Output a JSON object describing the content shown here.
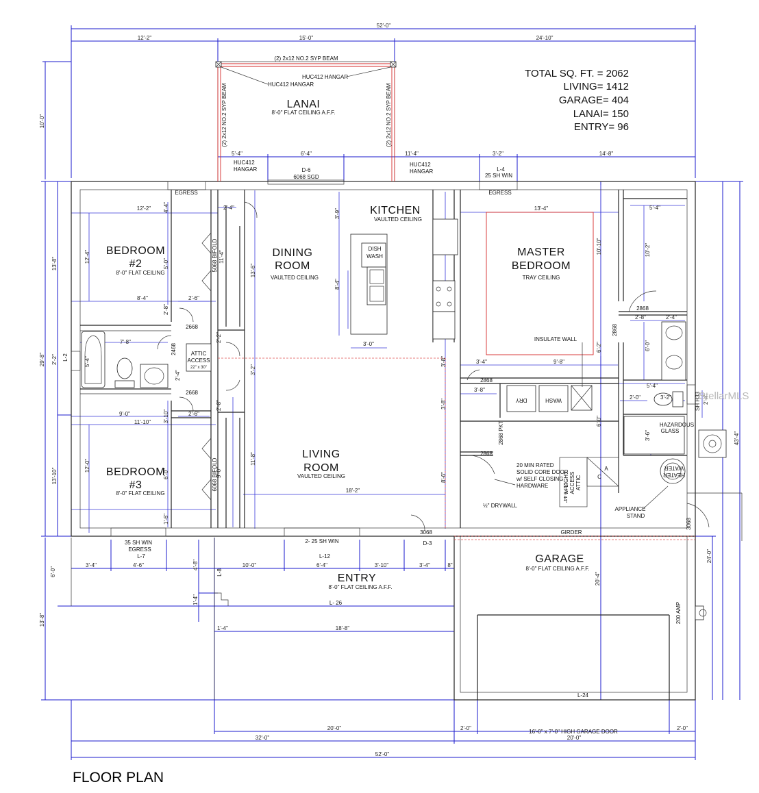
{
  "title": "FLOOR PLAN",
  "totals": {
    "total": "TOTAL SQ. FT. =  2062",
    "living": "LIVING= 1412",
    "garage": "GARAGE= 404",
    "lanai": "LANAI= 150",
    "entry": "ENTRY= 96"
  },
  "rooms": {
    "lanai": {
      "name": "LANAI",
      "note": "8'-0\" FLAT CEILING A.F.F."
    },
    "bedroom2": {
      "name1": "BEDROOM",
      "name2": "#2",
      "note": "8'-0\" FLAT CEILING"
    },
    "bedroom3": {
      "name1": "BEDROOM",
      "name2": "#3",
      "note": "8'-0\" FLAT CEILING"
    },
    "dining": {
      "name1": "DINING",
      "name2": "ROOM",
      "note": "VAULTED CEILING"
    },
    "kitchen": {
      "name": "KITCHEN",
      "note": "VAULTED CEILING"
    },
    "master": {
      "name1": "MASTER",
      "name2": "BEDROOM",
      "note": "TRAY CEILING"
    },
    "living": {
      "name1": "LIVING",
      "name2": "ROOM",
      "note": "VAULTED CEILING"
    },
    "entry": {
      "name": "ENTRY",
      "note": "8'-0\" FLAT CEILING A.F.F."
    },
    "garage": {
      "name": "GARAGE",
      "note": "8'-0\" FLAT CEILING A.F.F."
    }
  },
  "labels": {
    "beam_top": "(2) 2x12 NO.2 SYP BEAM",
    "beam_left": "(2) 2x12 NO.2 SYP BEAM",
    "beam_right": "(2) 2x12 NO.2 SYP BEAM",
    "huc_hangar": "HUC412 HANGAR",
    "huc_hangar2": "HUC412 HANGAR",
    "huc412": "HUC412",
    "hangar": "HANGAR",
    "huc412b": "HUC412",
    "hangarb": "HANGAR",
    "d6": "D-6",
    "sgd": "6068 SGD",
    "l4": "L-4",
    "sh_win_25": "25 SH WIN",
    "egress1": "EGRESS",
    "egress2": "EGRESS",
    "bifold1": "5068 BIFOLD",
    "bifold2": "6068 BIFOLD",
    "attic1": "ATTIC",
    "attic2": "ACCESS",
    "attic3": "22\" x 30\"",
    "d2668a": "2668",
    "d2668b": "2668",
    "d2468": "2468",
    "dish1": "DISH",
    "dish2": "WASH",
    "insulate": "INSULATE WALL",
    "d2868a": "2868",
    "d2868b": "2868",
    "d2868c": "2868",
    "d2868d": "2868",
    "pkt": "2868 PKT",
    "dry": "DRY",
    "wash": "WASH",
    "fire1": "20 MIN RATED",
    "fire2": "SOLID CORE DOOR",
    "fire3": "w/ SELF CLOSING",
    "fire4": "HARDWARE",
    "lightattic": "w/ LIGHT",
    "lightattic2": "ACCESS",
    "lightattic3": "ATTIC",
    "lightattic4": "22\" x 44\"",
    "drywall": "½\" DRYWALL",
    "hazard1": "HAZARDOUS",
    "hazard2": "GLASS",
    "shh": "SH H33",
    "water1": "WATER",
    "water2": "HEATER",
    "appliance1": "APPLIANCE",
    "appliance2": "STAND",
    "a": "A",
    "c": "C",
    "d3068a": "3068",
    "d3": "D-3",
    "d3068b": "3068",
    "girder": "GIRDER",
    "win35_1": "35 SH WIN",
    "win35_2": "EGRESS",
    "win35_3": "L-7",
    "win25": "2- 25 SH WIN",
    "l12": "L-12",
    "l8": "L-8",
    "l26": "L- 26",
    "l24": "L-24",
    "l2": "L-2",
    "amp": "200 AMP",
    "garage_door": "16'-0\" x 7'-0\" HIGH GARAGE DOOR"
  },
  "dims": {
    "top_total": "52'-0\"",
    "top_a": "12'-2\"",
    "top_b": "15'-0\"",
    "top_c": "24'-10\"",
    "lanai_a": "5'-4\"",
    "lanai_b": "6'-4\"",
    "lanai_c": "11'-4\"",
    "lanai_d": "3'-2\"",
    "lanai_e": "14'-8\"",
    "b2_w": "12'-2\"",
    "b2_h": "12'-4\"",
    "b2_a": "4'-4\"",
    "b2_b": "5'-0\"",
    "b2_c": "2'-8\"",
    "d24": "2'-4\"",
    "d24b": "2'-4\"",
    "d114": "11'-4\"",
    "d136": "13'-6\"",
    "d39": "3'-9\"",
    "d84": "8'-4\"",
    "d30": "3'-0\"",
    "d84b": "8'-4\"",
    "d26a": "2'-6\"",
    "d78": "7'-8\"",
    "d54": "5'-4\"",
    "d212": "2'-2\"",
    "d32": "3'-2\"",
    "d26b": "2'-6\"",
    "d90": "9'-0\"",
    "d310": "3'-10\"",
    "d1110": "11'-10\"",
    "d28": "2'-8\"",
    "b3_h": "12'-0\"",
    "b3_a": "6'-0\"",
    "b3_b": "1'-6\"",
    "d90b": "9'-0\"",
    "d118": "11'-8\"",
    "d182": "18'-2\"",
    "d38a": "3'-8\"",
    "d38b": "3'-8\"",
    "d38c": "3'-8\"",
    "d86": "8'-6\"",
    "mb_w": "13'-4\"",
    "mb_h": "10'-10\"",
    "mb_a": "6'-2\"",
    "d34": "3'-4\"",
    "d98": "9'-8\"",
    "d60a": "6'-0\"",
    "d54b": "5'-4\"",
    "d102": "10'-2\"",
    "d60b": "6'-0\"",
    "d28b": "2'-8\"",
    "d24c": "2'-4\"",
    "d20": "2'-0\"",
    "d32b": "3'-2\"",
    "d54c": "5'-4\"",
    "d36": "3'-6\"",
    "d24d": "2'-4\"",
    "left_total": "29'-8\"",
    "left_a": "13'-8\"",
    "left_b": "13'-10\"",
    "left_c": "2'-2\"",
    "left_lanai": "10'-0\"",
    "left_entry": "6'-0\"",
    "left_bot": "13'-8\"",
    "right_total": "43'-4\"",
    "right_garage": "24'-0\"",
    "garage_h": "20'-4\"",
    "e34": "3'-4\"",
    "e46": "4'-6\"",
    "e48": "4'-8\"",
    "e100": "10'-0\"",
    "e64": "6'-4\"",
    "e310": "3'-10\"",
    "e34b": "3'-4\"",
    "e8": "8\"",
    "e14a": "1'-4\"",
    "e14b": "1'-4\"",
    "e188": "18'-8\"",
    "bot_200": "20'-0\"",
    "bot_20a": "2'-0\"",
    "bot_20b": "2'-0\"",
    "bot_320": "32'-0\"",
    "bot_200b": "20'-0\"",
    "bot_total": "52'-0\""
  },
  "watermark": "StellarMLS",
  "colors": {
    "dim_line": "#1a1acc",
    "beam": "#d42a2a",
    "wall": "#222222"
  }
}
